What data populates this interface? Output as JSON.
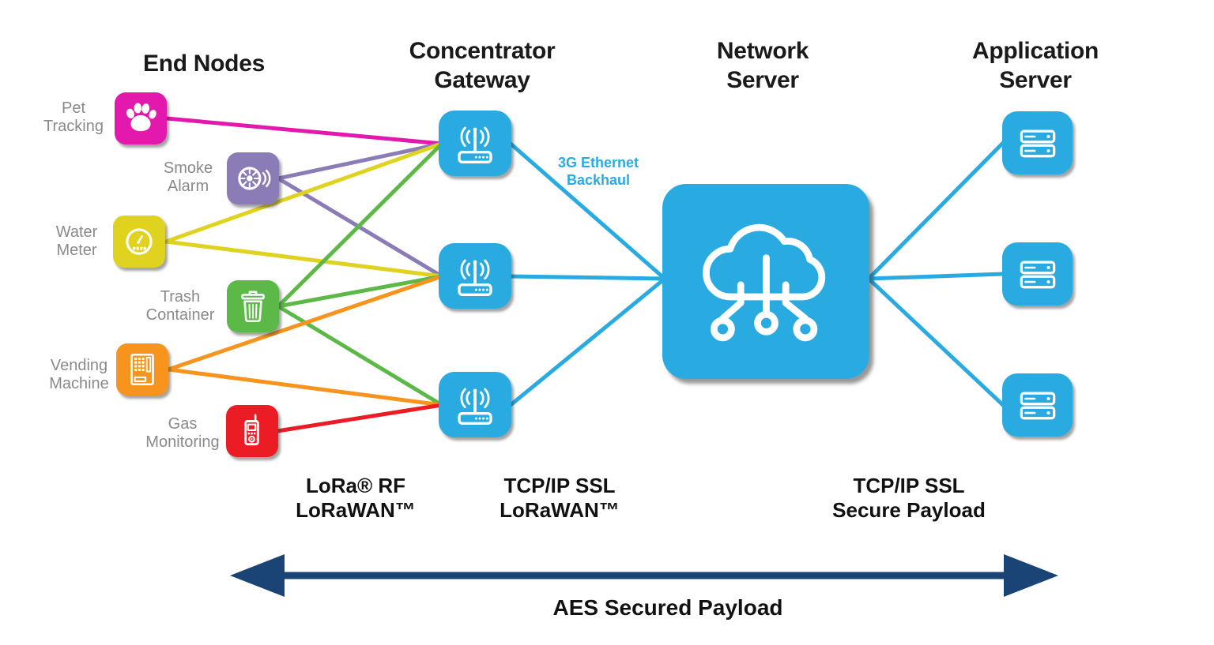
{
  "diagram": {
    "columns": {
      "end_nodes": "End Nodes",
      "gateway": "Concentrator\nGateway",
      "network_server": "Network\nServer",
      "application_server": "Application\nServer"
    },
    "nodes": [
      {
        "id": "pet",
        "label": "Pet\nTracking",
        "color": "#E318AC",
        "icon": "paw-icon"
      },
      {
        "id": "smoke",
        "label": "Smoke\nAlarm",
        "color": "#8B7CB8",
        "icon": "smoke-detector-icon"
      },
      {
        "id": "water",
        "label": "Water\nMeter",
        "color": "#E0D320",
        "icon": "water-meter-gauge-icon"
      },
      {
        "id": "trash",
        "label": "Trash\nContainer",
        "color": "#5CB947",
        "icon": "trash-can-icon"
      },
      {
        "id": "vending",
        "label": "Vending\nMachine",
        "color": "#F7941E",
        "icon": "vending-machine-icon"
      },
      {
        "id": "gas",
        "label": "Gas\nMonitoring",
        "color": "#EC1C24",
        "icon": "gas-detector-icon"
      }
    ],
    "gateways": [
      {
        "id": "gw1"
      },
      {
        "id": "gw2"
      },
      {
        "id": "gw3"
      }
    ],
    "network_server": {
      "id": "ns",
      "icon": "cloud-network-icon"
    },
    "app_servers": [
      {
        "id": "app1"
      },
      {
        "id": "app2"
      },
      {
        "id": "app3"
      }
    ],
    "backhaul_label": "3G Ethernet\nBackhaul",
    "protocol_labels": [
      {
        "id": "lora-rf",
        "text": "LoRa® RF\nLoRaWAN™"
      },
      {
        "id": "tcpip-lorawan",
        "text": "TCP/IP SSL\nLoRaWAN™"
      },
      {
        "id": "tcpip-secure",
        "text": "TCP/IP SSL\nSecure Payload"
      }
    ],
    "aes_arrow_label": "AES Secured Payload",
    "colors": {
      "device_blue": "#29ABE2",
      "arrow_navy": "#1A4476",
      "label_gray": "#8A8A8A",
      "title_black": "#1A1A1A"
    },
    "connections": [
      {
        "from": "pet",
        "to": "gw1",
        "color": "#E318AC"
      },
      {
        "from": "smoke",
        "to": "gw1",
        "color": "#8B7CB8"
      },
      {
        "from": "smoke",
        "to": "gw2",
        "color": "#8B7CB8"
      },
      {
        "from": "water",
        "to": "gw1",
        "color": "#E0D320"
      },
      {
        "from": "water",
        "to": "gw2",
        "color": "#E0D320"
      },
      {
        "from": "trash",
        "to": "gw1",
        "color": "#5CB947"
      },
      {
        "from": "trash",
        "to": "gw2",
        "color": "#5CB947"
      },
      {
        "from": "trash",
        "to": "gw3",
        "color": "#5CB947"
      },
      {
        "from": "vending",
        "to": "gw2",
        "color": "#F7941E"
      },
      {
        "from": "vending",
        "to": "gw3",
        "color": "#F7941E"
      },
      {
        "from": "gas",
        "to": "gw3",
        "color": "#EC1C24"
      },
      {
        "from": "gw1",
        "to": "ns",
        "color": "#29ABE2"
      },
      {
        "from": "gw2",
        "to": "ns",
        "color": "#29ABE2"
      },
      {
        "from": "gw3",
        "to": "ns",
        "color": "#29ABE2"
      },
      {
        "from": "ns",
        "to": "app1",
        "color": "#29ABE2"
      },
      {
        "from": "ns",
        "to": "app2",
        "color": "#29ABE2"
      },
      {
        "from": "ns",
        "to": "app3",
        "color": "#29ABE2"
      }
    ]
  }
}
